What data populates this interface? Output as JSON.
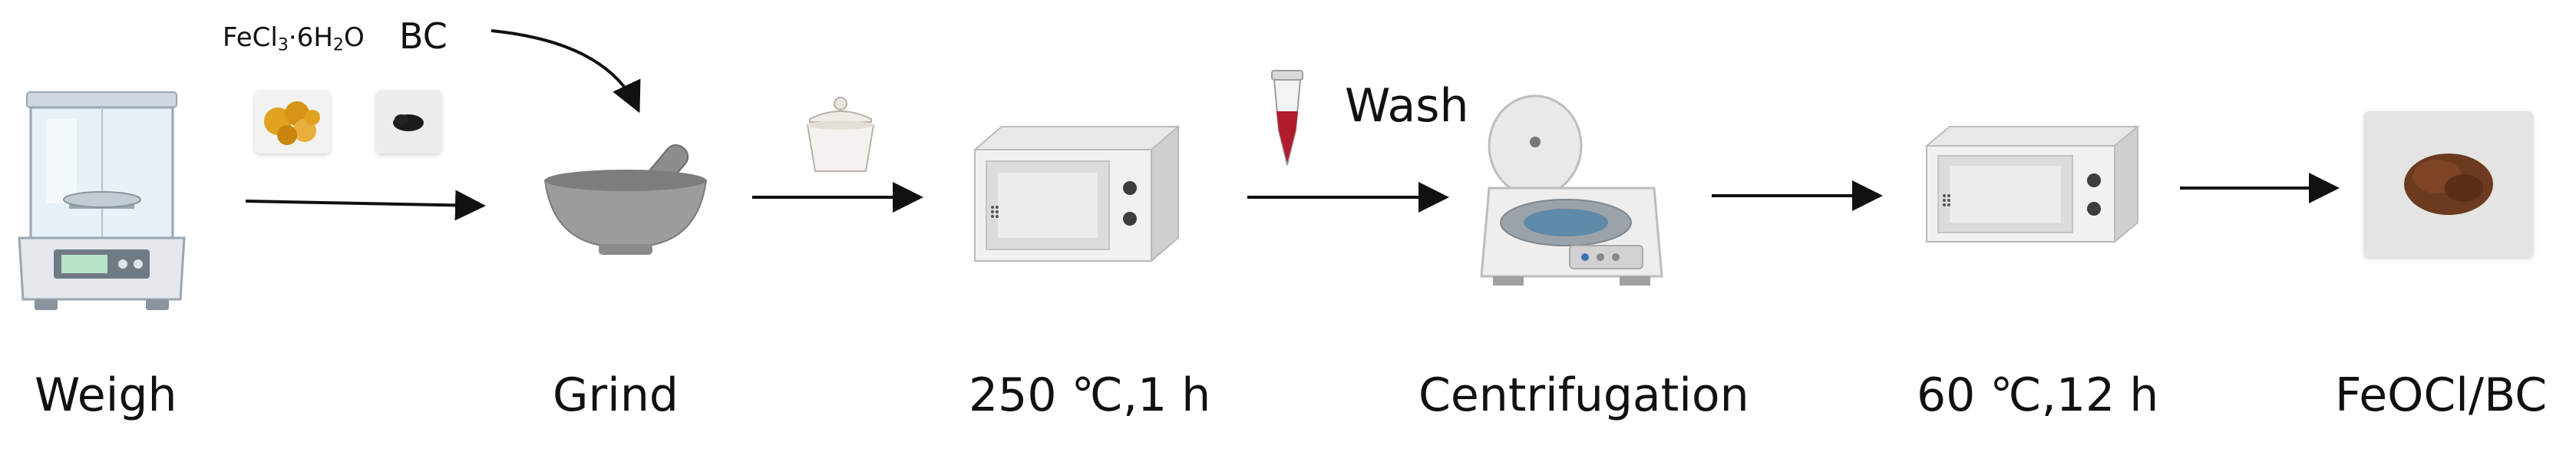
{
  "steps": [
    {
      "id": "weigh",
      "label": "Weigh"
    },
    {
      "id": "grind",
      "label": "Grind"
    },
    {
      "id": "calcine",
      "label": "250 ℃,1 h"
    },
    {
      "id": "centrifuge",
      "label": "Centrifugation"
    },
    {
      "id": "dry",
      "label": "60 ℃,12 h"
    },
    {
      "id": "product",
      "label": "FeOCl/BC"
    }
  ],
  "reagents": {
    "fecl3": {
      "prefix": "FeCl",
      "sub1": "3",
      "middle": "·6H",
      "sub2": "2",
      "suffix": "O"
    },
    "bc": "BC"
  },
  "wash_label": "Wash",
  "colors": {
    "arrow": "#111111",
    "fecl3_crystal": "#e0a21f",
    "biochar": "#1a1a1a",
    "product_powder": "#6b3a1f",
    "eppendorf_liquid": "#b01c2e"
  }
}
